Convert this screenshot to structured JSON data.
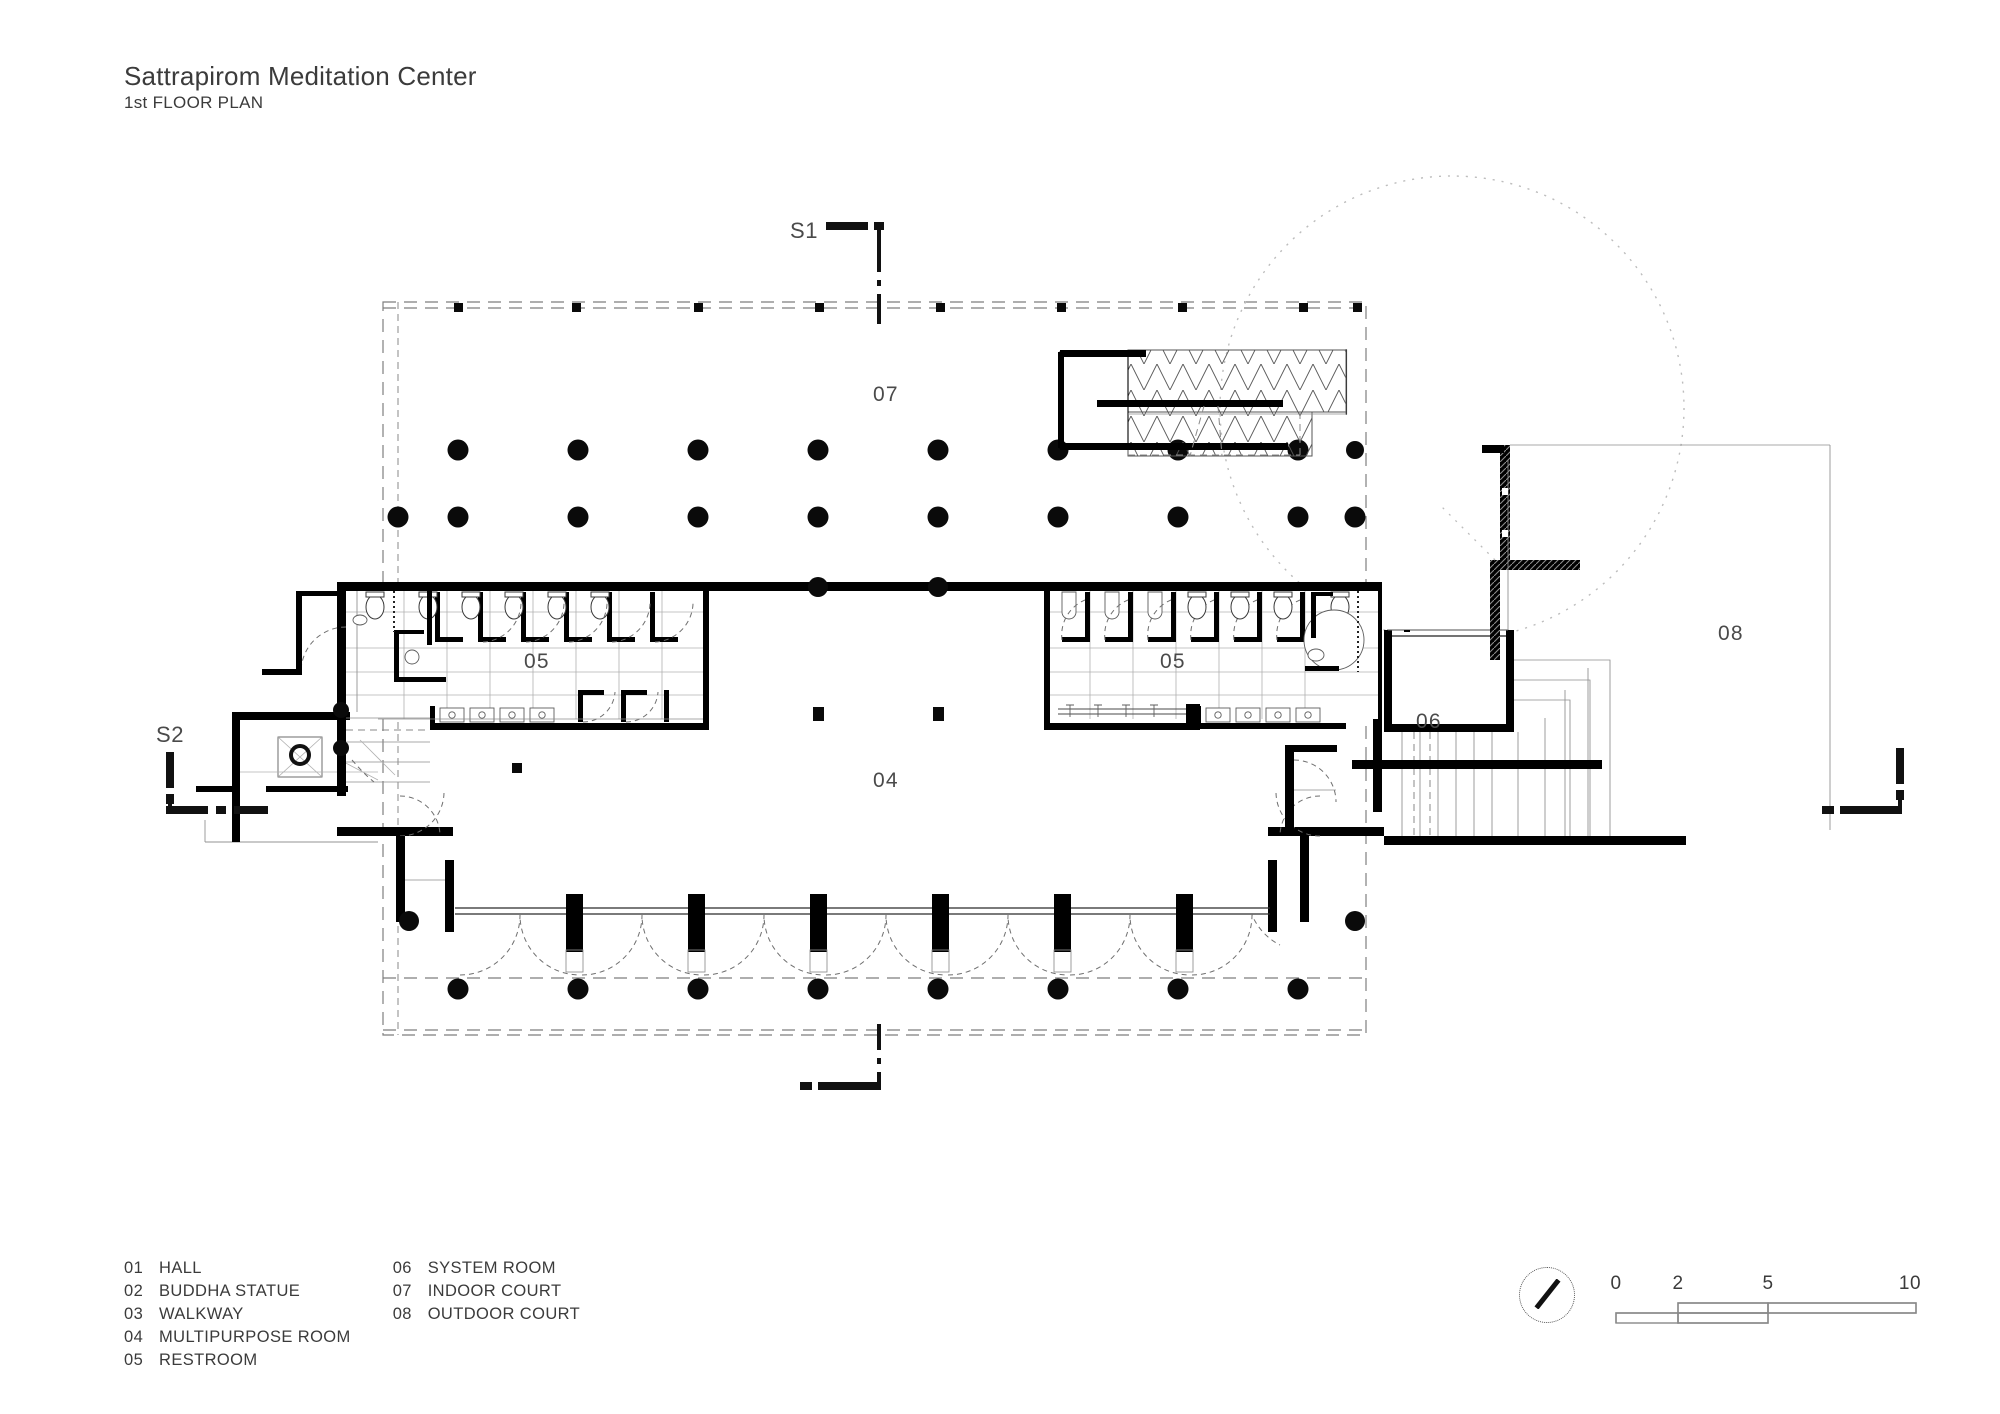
{
  "sheet": {
    "project_title": "Sattrapirom Meditation Center",
    "subtitle": "1st FLOOR PLAN"
  },
  "legend": {
    "column_left": [
      {
        "num": "01",
        "label": "HALL"
      },
      {
        "num": "02",
        "label": "BUDDHA STATUE"
      },
      {
        "num": "03",
        "label": "WALKWAY"
      },
      {
        "num": "04",
        "label": "MULTIPURPOSE ROOM"
      },
      {
        "num": "05",
        "label": "RESTROOM"
      }
    ],
    "column_right": [
      {
        "num": "06",
        "label": "SYSTEM  ROOM"
      },
      {
        "num": "07",
        "label": "INDOOR COURT"
      },
      {
        "num": "08",
        "label": "OUTDOOR COURT"
      }
    ]
  },
  "scale_bar": {
    "ticks": [
      "0",
      "2",
      "5",
      "10"
    ],
    "unit_note": ""
  },
  "north_arrow": {
    "name": "north-arrow"
  },
  "plan_labels": {
    "indoor_court": "07",
    "restroom_left": "05",
    "restroom_right": "05",
    "multipurpose": "04",
    "system_room": "06",
    "outdoor_court": "08"
  },
  "section_markers": {
    "s1": "S1",
    "s2": "S2"
  },
  "colors": {
    "wall": "#000000",
    "hairline": "#8d8d8d",
    "dashed_property": "#7e7e7e",
    "text": "#3b3b3b",
    "paper": "#ffffff"
  }
}
